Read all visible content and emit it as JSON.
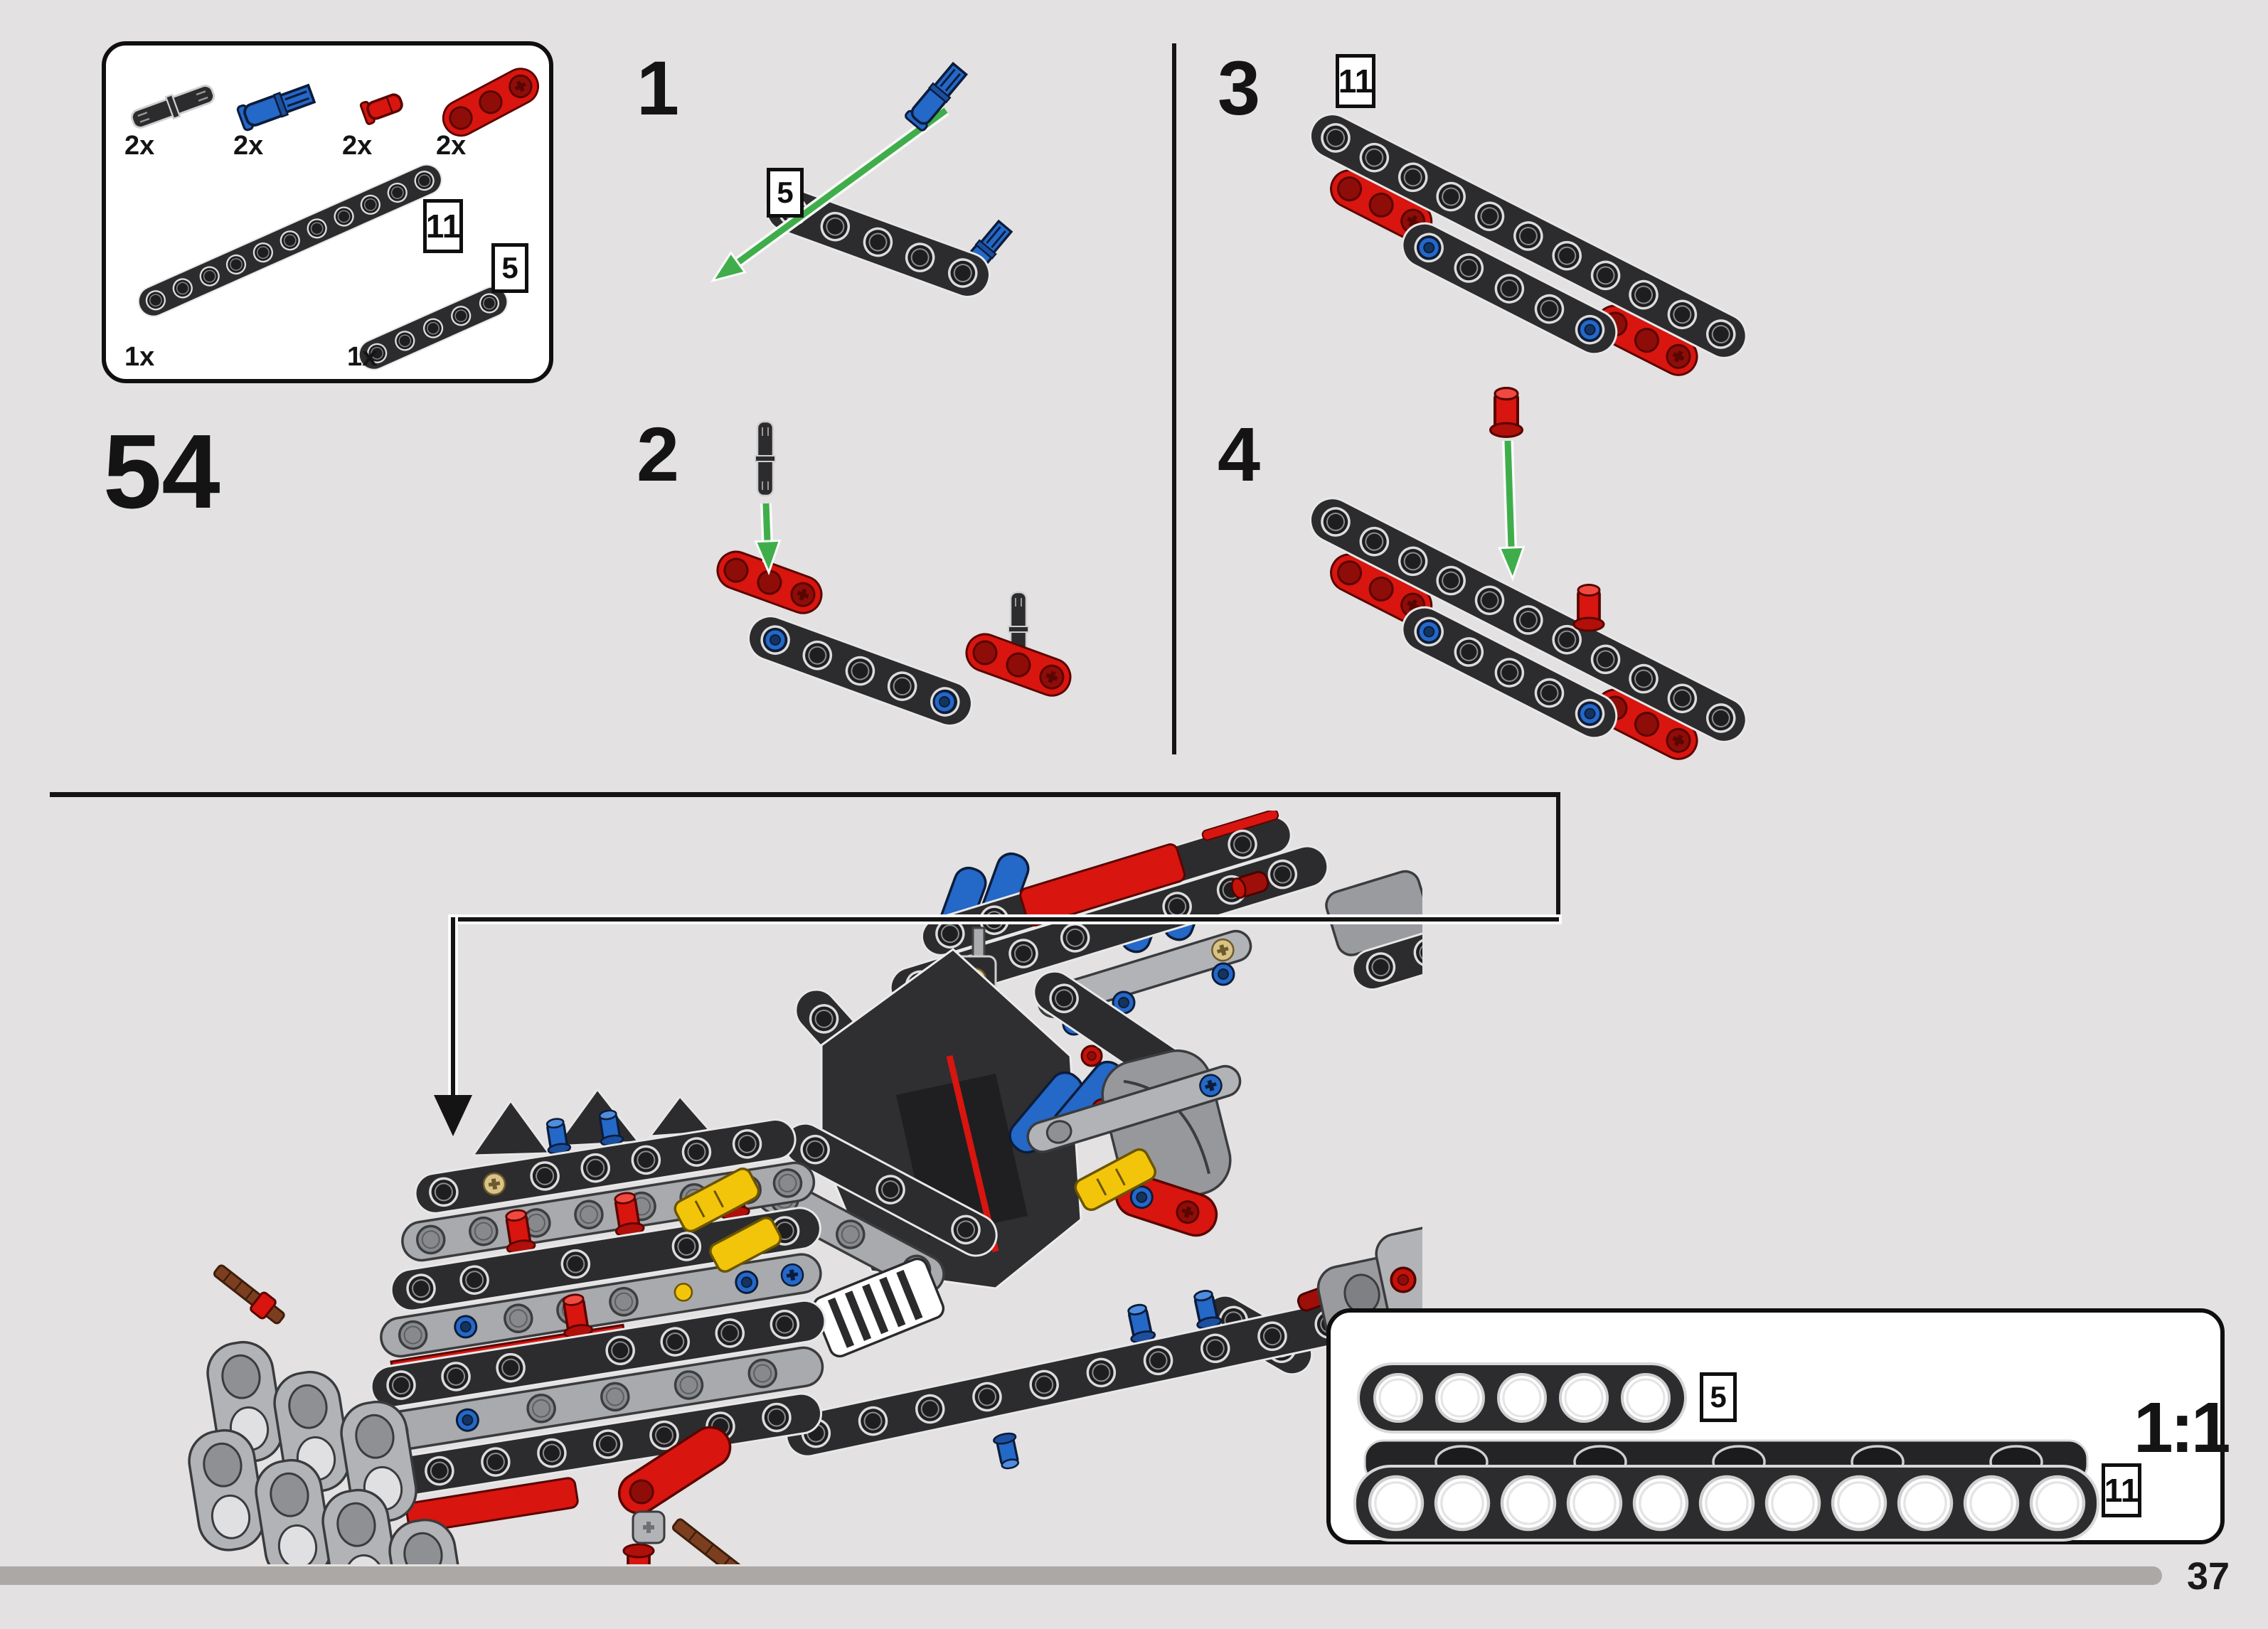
{
  "document": {
    "type": "lego-instruction-page",
    "assembly_step": "54",
    "page_number": "37"
  },
  "step_group_number": "54",
  "parts_box": {
    "parts": [
      {
        "name": "pin-long-black",
        "qty": "2x"
      },
      {
        "name": "axle-pin-blue",
        "qty": "2x"
      },
      {
        "name": "pin-red",
        "qty": "2x"
      },
      {
        "name": "liftarm-3l-thin-red",
        "qty": "2x"
      },
      {
        "name": "beam-11l-black",
        "qty": "1x",
        "length_tag": "11"
      },
      {
        "name": "beam-5l-black",
        "qty": "1x",
        "length_tag": "5"
      }
    ]
  },
  "steps": {
    "s1": {
      "number": "1",
      "length_tag": "5"
    },
    "s2": {
      "number": "2"
    },
    "s3": {
      "number": "3",
      "length_tag": "11"
    },
    "s4": {
      "number": "4"
    }
  },
  "scale_box": {
    "ratio": "1:1",
    "tag_beam5": "5",
    "tag_beam11": "11"
  },
  "footer": {
    "page_number": "37"
  },
  "colors": {
    "background": "#e3e1e2",
    "panel_white": "#ffffff",
    "outline_black": "#141414",
    "green_arrow": "#3fae4a",
    "lego_red": "#d8150f",
    "lego_blue": "#2468c8",
    "lego_dark": "#2c2c2e",
    "lego_gray": "#a9aaad",
    "lego_yellow": "#f2c50a",
    "lego_brown": "#7b3f20",
    "progress_bar": "#aba8a5"
  }
}
